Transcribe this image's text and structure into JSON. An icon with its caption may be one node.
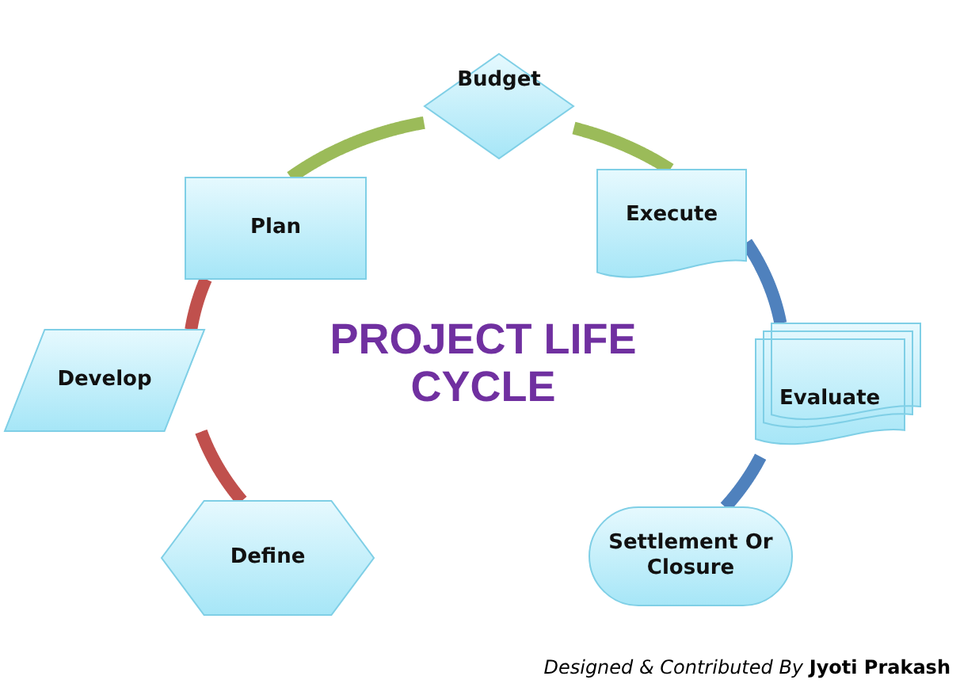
{
  "diagram": {
    "title": "PROJECT LIFE CYCLE",
    "nodes": [
      {
        "text": [
          "Budget"
        ]
      },
      {
        "text": [
          "Plan"
        ]
      },
      {
        "text": [
          "Execute"
        ]
      },
      {
        "text": [
          "Develop"
        ]
      },
      {
        "text": [
          "Evaluate"
        ]
      },
      {
        "text": [
          "Define"
        ]
      },
      {
        "text": [
          "Settlement Or Closure"
        ]
      }
    ],
    "edges": [
      {
        "from": 1,
        "to": 0,
        "arrow": "none",
        "color": "#9bbb59"
      },
      {
        "from": 0,
        "to": 2,
        "arrow": "none",
        "color": "#9bbb59"
      },
      {
        "from": 2,
        "to": 4,
        "arrow": "none",
        "color": "#4f81bd"
      },
      {
        "from": 4,
        "to": 6,
        "arrow": "none",
        "color": "#4f81bd"
      },
      {
        "from": 5,
        "to": 3,
        "arrow": "none",
        "color": "#c0504d"
      },
      {
        "from": 3,
        "to": 1,
        "arrow": "none",
        "color": "#c0504d"
      }
    ],
    "labels": [
      "*Designed & Contributed By* **Jyoti Prakash**"
    ]
  }
}
